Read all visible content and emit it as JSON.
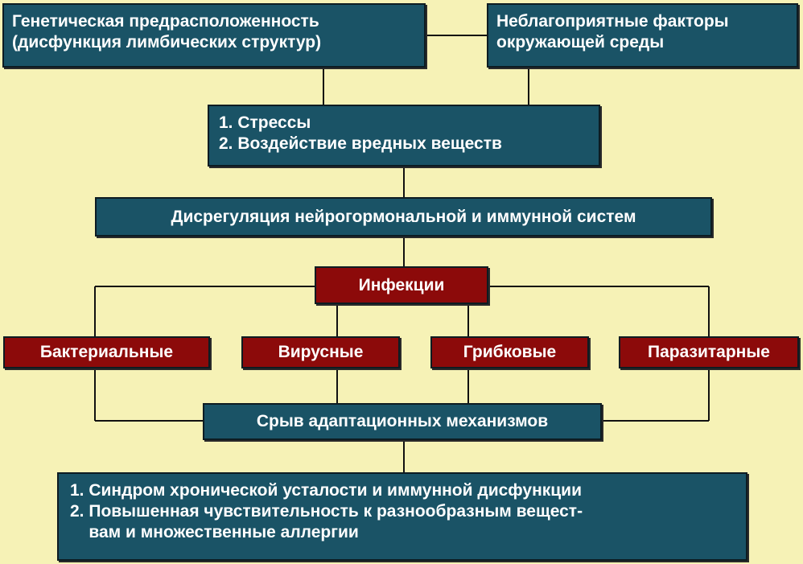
{
  "nodes": {
    "genetic": {
      "lines": [
        "Генетическая предрасположенность",
        "(дисфункция лимбических структур)"
      ],
      "fill": "#1a5366"
    },
    "environment": {
      "lines": [
        "Неблагоприятные факторы",
        "окружающей среды"
      ],
      "fill": "#1a5366"
    },
    "stress": {
      "lines": [
        "1. Стрессы",
        "2. Воздействие вредных веществ"
      ],
      "fill": "#1a5366"
    },
    "dysregulation": {
      "label": "Дисрегуляция нейрогормональной и иммунной систем",
      "fill": "#1a5366"
    },
    "infections": {
      "label": "Инфекции",
      "fill": "#8c0a0a"
    },
    "bacterial": {
      "label": "Бактериальные",
      "fill": "#8c0a0a"
    },
    "viral": {
      "label": "Вирусные",
      "fill": "#8c0a0a"
    },
    "fungal": {
      "label": "Грибковые",
      "fill": "#8c0a0a"
    },
    "parasitic": {
      "label": "Паразитарные",
      "fill": "#8c0a0a"
    },
    "adaptation": {
      "label": "Срыв адаптационных механизмов",
      "fill": "#1a5366"
    },
    "outcome": {
      "lines": [
        "1. Синдром хронической усталости и иммунной дисфункции",
        "2. Повышенная чувствительность к разнообразным вещест-",
        "    вам и множественные аллергии"
      ],
      "fill": "#1a5366"
    }
  },
  "colors": {
    "background": "#f6f2b6",
    "connector": "#111111"
  }
}
